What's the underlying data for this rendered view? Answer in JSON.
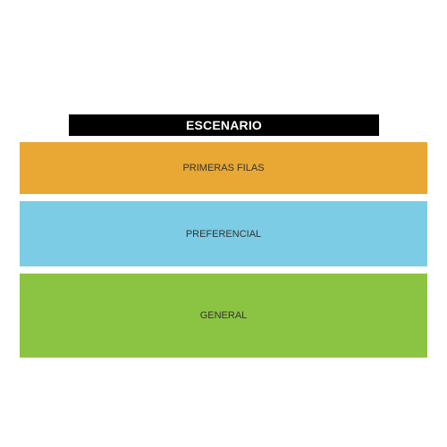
{
  "stage": {
    "label": "ESCENARIO",
    "color": "#000000",
    "text_color": "#ffffff"
  },
  "sections": [
    {
      "label": "PRIMERAS FILAS",
      "color": "#E8A833"
    },
    {
      "label": "PREFERENCIAL",
      "color": "#7BCCE4"
    },
    {
      "label": "GENERAL",
      "color": "#8BC442"
    }
  ]
}
